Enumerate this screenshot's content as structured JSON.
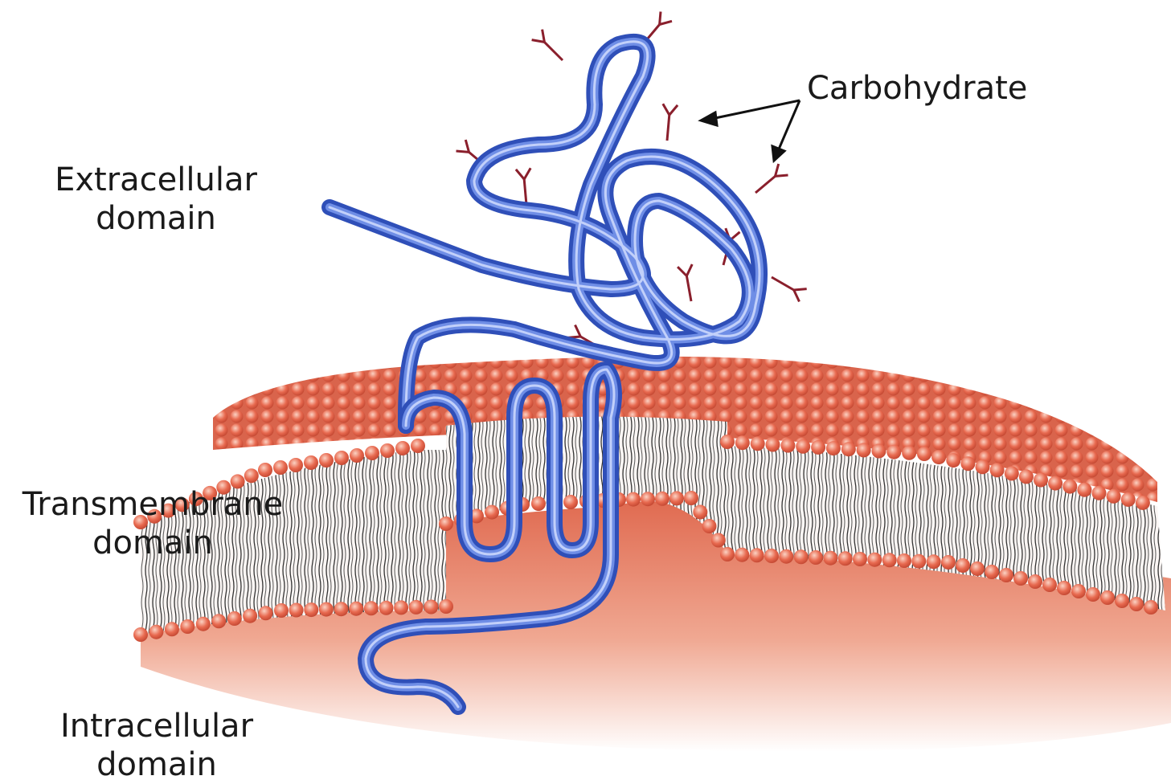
{
  "labels": {
    "extracellular": [
      "Extracellular",
      "domain"
    ],
    "transmembrane": [
      "Transmembrane",
      "domain"
    ],
    "intracellular": [
      "Intracellular",
      "domain"
    ],
    "carbohydrate": "Carbohydrate"
  },
  "colors": {
    "protein": "#3f5fcf",
    "protein_highlight": "#8ea6f0",
    "phospholipid_head": "#e0573f",
    "phospholipid_head_light": "#f7b8a5",
    "cytoplasm": "#e2725a",
    "carbohydrate": "#8a1f2c",
    "tail": "#3a3a3a",
    "text": "#1a1a1a"
  }
}
